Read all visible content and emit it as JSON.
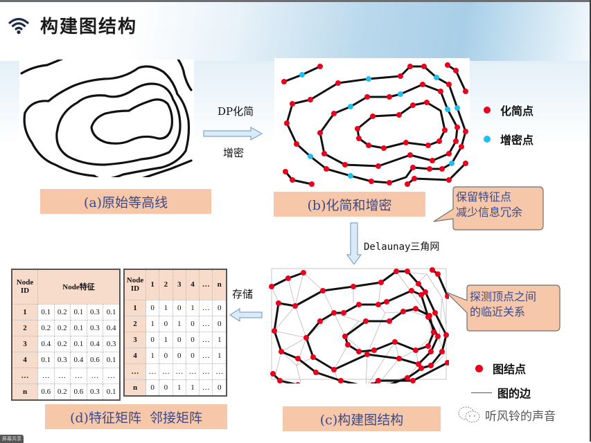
{
  "header": {
    "title": "构建图结构",
    "icon": "wifi-icon"
  },
  "panels": {
    "a": {
      "caption": "(a)原始等高线"
    },
    "b": {
      "caption": "(b)化简和增密"
    },
    "c": {
      "caption": "(c)构建图结构"
    },
    "d": {
      "caption": "(d)特征矩阵  邻接矩阵"
    }
  },
  "arrows": {
    "a_to_b": {
      "top_label": "DP化简",
      "bottom_label": "增密"
    },
    "b_to_c": {
      "label": "Delaunay三角网"
    },
    "c_to_d": {
      "label": "存储"
    }
  },
  "legend_b": {
    "items": [
      {
        "label": "化简点",
        "color": "#e8001c"
      },
      {
        "label": "增密点",
        "color": "#1ec0f0"
      }
    ]
  },
  "legend_c": {
    "items": [
      {
        "label": "图结点",
        "symbol": "dot",
        "color": "#e8001c"
      },
      {
        "label": "图的边",
        "symbol": "line",
        "color": "#555555"
      }
    ]
  },
  "callouts": {
    "b": {
      "line1": "保留特征点",
      "line2": "减少信息冗余"
    },
    "c": {
      "line1": "探测顶点之间",
      "line2": "的临近关系"
    }
  },
  "feature_matrix": {
    "header_id": "Node ID",
    "header_feat": "Node特征",
    "rows": [
      {
        "id": "1",
        "values": [
          "0.1",
          "0.2",
          "0.1",
          "0.3",
          "0.1"
        ]
      },
      {
        "id": "2",
        "values": [
          "0.2",
          "0.2",
          "0.1",
          "0.3",
          "0.4"
        ]
      },
      {
        "id": "3",
        "values": [
          "0.4",
          "0.2",
          "0.1",
          "0.4",
          "0.3"
        ]
      },
      {
        "id": "4",
        "values": [
          "0.1",
          "0.3",
          "0.4",
          "0.6",
          "0.1"
        ]
      },
      {
        "id": "…",
        "values": [
          "…",
          "…",
          "…",
          "…",
          "…"
        ]
      },
      {
        "id": "n",
        "values": [
          "0.6",
          "0.2",
          "0.6",
          "0.3",
          "0.1"
        ]
      }
    ]
  },
  "adjacency_matrix": {
    "header_id": "Node ID",
    "columns": [
      "1",
      "2",
      "3",
      "4",
      "…",
      "n"
    ],
    "rows": [
      {
        "id": "1",
        "values": [
          "0",
          "1",
          "0",
          "1",
          "…",
          "0"
        ]
      },
      {
        "id": "2",
        "values": [
          "1",
          "0",
          "1",
          "0",
          "…",
          "0"
        ]
      },
      {
        "id": "3",
        "values": [
          "0",
          "1",
          "0",
          "0",
          "…",
          "1"
        ]
      },
      {
        "id": "4",
        "values": [
          "1",
          "0",
          "0",
          "0",
          "…",
          "1"
        ]
      },
      {
        "id": "…",
        "values": [
          "…",
          "…",
          "…",
          "…",
          "…",
          "…"
        ]
      },
      {
        "id": "n",
        "values": [
          "0",
          "0",
          "1",
          "1",
          "…",
          "0"
        ]
      }
    ]
  },
  "watermark": {
    "text": "听风铃的声音",
    "icon": "wechat-icon"
  },
  "share_tag": "屏幕共享",
  "colors": {
    "caption_bg": "#f6c7a8",
    "caption_text": "#3b4a8a",
    "node_red": "#e8001c",
    "node_cyan": "#1ec0f0",
    "arrow_fill": "#dbeaf7",
    "arrow_stroke": "#7fa6c9"
  }
}
